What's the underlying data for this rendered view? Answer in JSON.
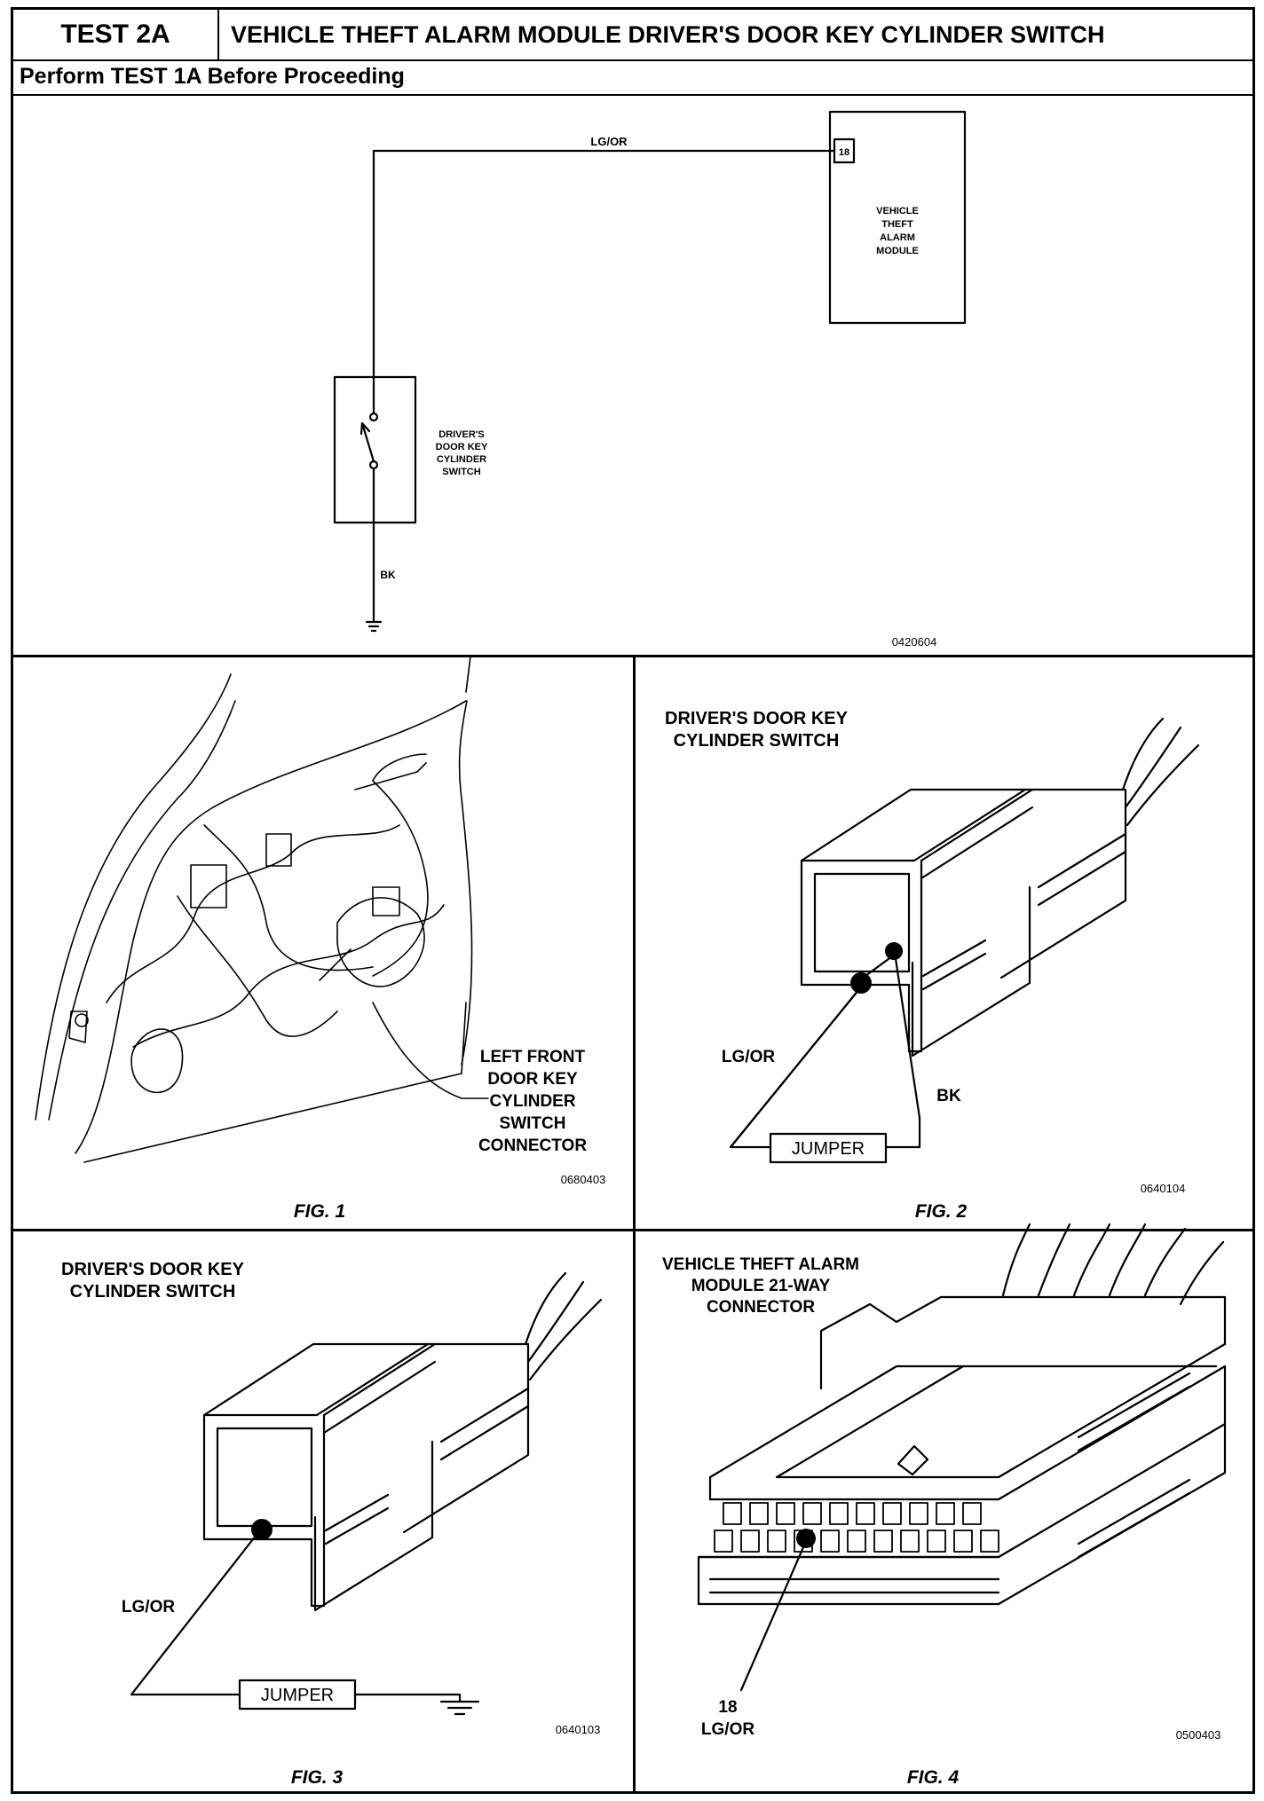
{
  "header": {
    "test_id": "TEST 2A",
    "title": "VEHICLE THEFT ALARM MODULE DRIVER'S DOOR KEY CYLINDER SWITCH",
    "prerequisite": "Perform TEST 1A Before Proceeding"
  },
  "schematic": {
    "wire_top": "LG/OR",
    "pin": "18",
    "module_label": [
      "VEHICLE",
      "THEFT",
      "ALARM",
      "MODULE"
    ],
    "switch_label": [
      "DRIVER'S",
      "DOOR KEY",
      "CYLINDER",
      "SWITCH"
    ],
    "wire_bottom": "BK",
    "code": "0420604"
  },
  "fig1": {
    "caption": "FIG. 1",
    "callout": [
      "LEFT FRONT",
      "DOOR KEY",
      "CYLINDER",
      "SWITCH",
      "CONNECTOR"
    ],
    "code": "0680403"
  },
  "fig2": {
    "caption": "FIG. 2",
    "title": [
      "DRIVER'S DOOR  KEY",
      "CYLINDER SWITCH"
    ],
    "wire_a": "LG/OR",
    "wire_b": "BK",
    "jumper": "JUMPER",
    "code": "0640104"
  },
  "fig3": {
    "caption": "FIG. 3",
    "title": [
      "DRIVER'S DOOR  KEY",
      "CYLINDER SWITCH"
    ],
    "wire": "LG/OR",
    "jumper": "JUMPER",
    "code": "0640103"
  },
  "fig4": {
    "caption": "FIG. 4",
    "title": [
      "VEHICLE THEFT ALARM",
      "MODULE 21-WAY",
      "CONNECTOR"
    ],
    "pin": "18",
    "wire": "LG/OR",
    "code": "0500403"
  }
}
